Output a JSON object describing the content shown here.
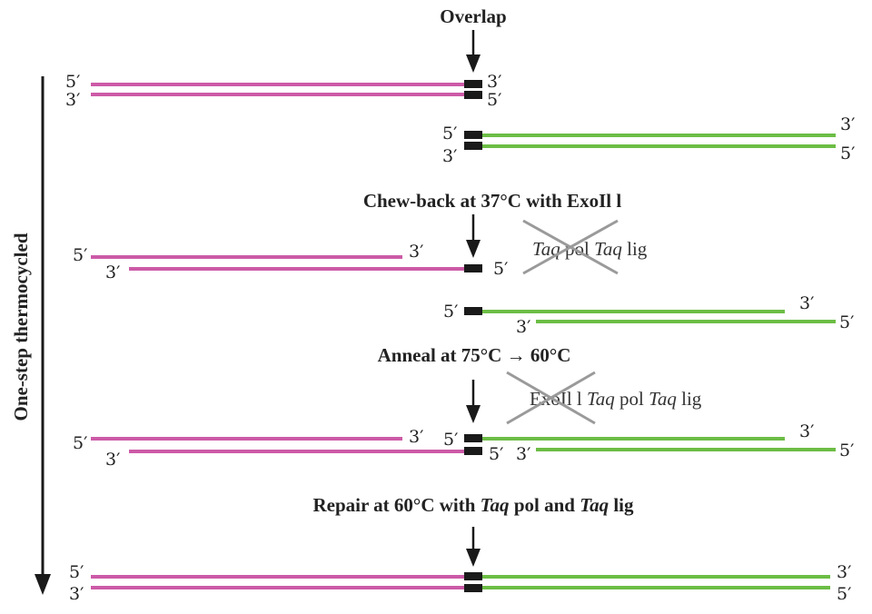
{
  "colors": {
    "fragment_a": "#cc5aa7",
    "fragment_b": "#6cbd45",
    "overlap_block": "#1a1a1a",
    "arrow": "#1a1a1a",
    "strike": "#9a9a9a"
  },
  "overlap_label": "Overlap",
  "side_label": "One-step thermocycled",
  "ends": {
    "five": "5′",
    "three": "3′"
  },
  "steps": {
    "chewback": {
      "title": "Chew-back at 37°C with ExoIl l",
      "inactive_enzymes": [
        {
          "text": "Taq",
          "italic": true
        },
        {
          "text": " pol ",
          "italic": false
        },
        {
          "text": "Taq",
          "italic": true
        },
        {
          "text": " lig",
          "italic": false
        }
      ]
    },
    "anneal": {
      "title": "Anneal at 75°C → 60°C",
      "inactive_enzymes": [
        {
          "text": "ExoIl l ",
          "italic": false
        },
        {
          "text": "Taq",
          "italic": true
        },
        {
          "text": " pol ",
          "italic": false
        },
        {
          "text": "Taq",
          "italic": true
        },
        {
          "text": " lig",
          "italic": false
        }
      ]
    },
    "repair": {
      "title_parts": [
        {
          "text": "Repair at 60°C with ",
          "italic": false
        },
        {
          "text": "Taq",
          "italic": true
        },
        {
          "text": " pol and ",
          "italic": false
        },
        {
          "text": "Taq",
          "italic": true
        },
        {
          "text": " lig",
          "italic": false
        }
      ]
    }
  }
}
